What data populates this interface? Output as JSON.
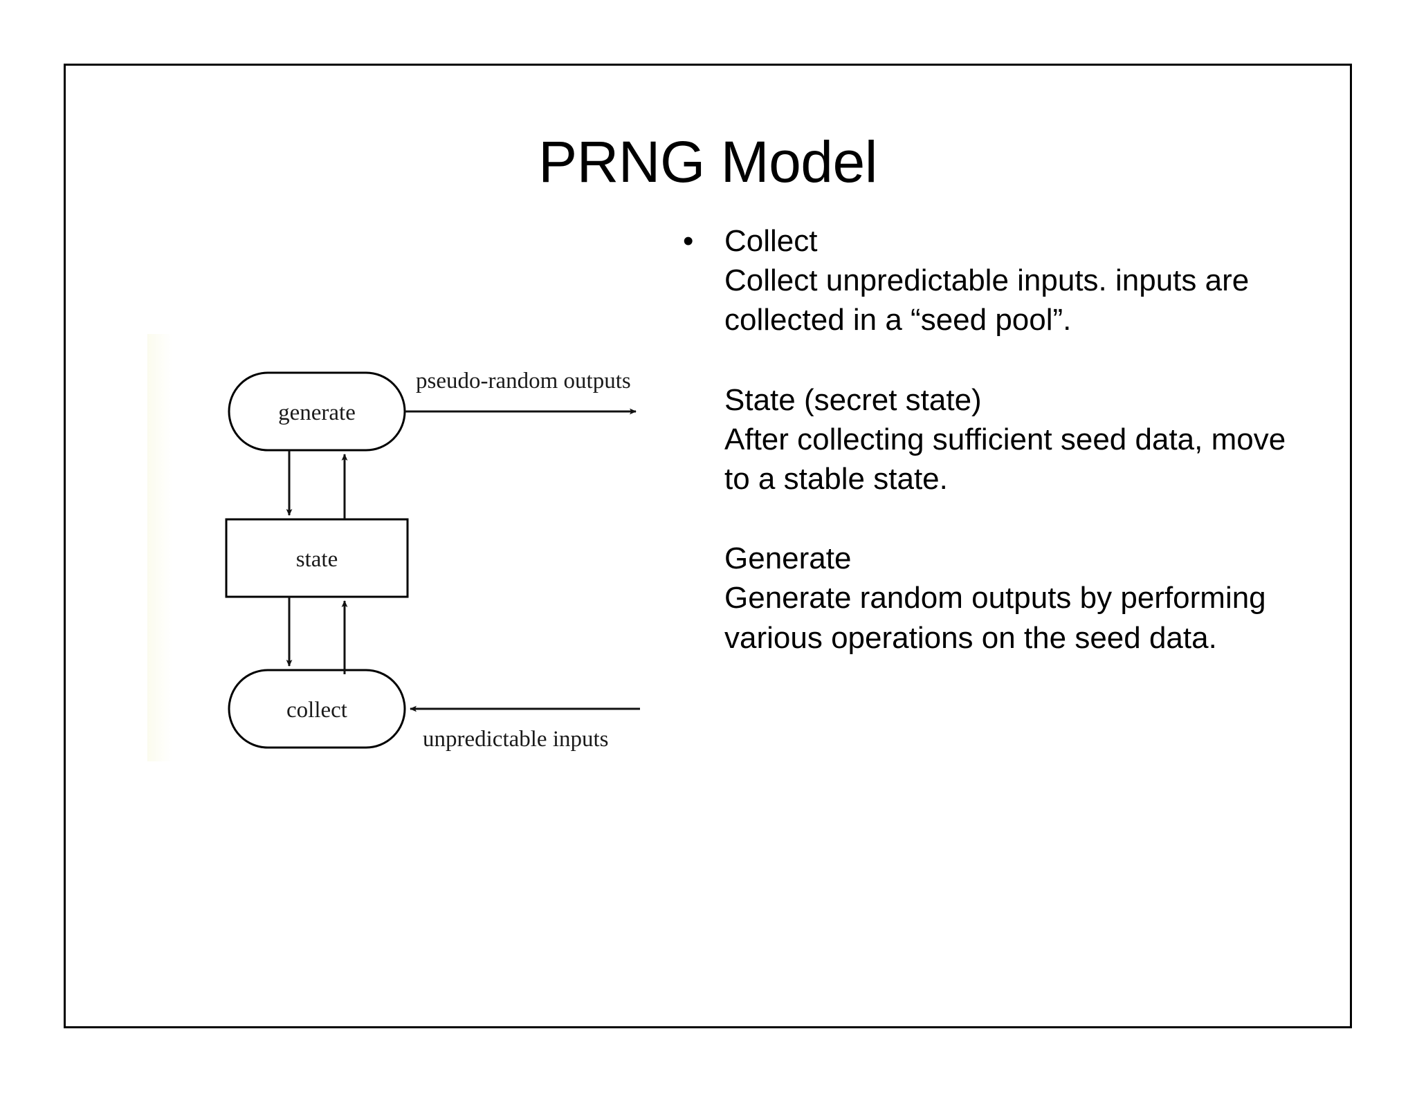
{
  "slide": {
    "title": "PRNG Model",
    "background_color": "#ffffff",
    "border_color": "#000000"
  },
  "diagram": {
    "type": "flow-diagram",
    "caption_tint_color": "#fbfbee",
    "nodes": [
      {
        "id": "generate",
        "label": "generate",
        "shape": "stadium"
      },
      {
        "id": "state",
        "label": "state",
        "shape": "rectangle"
      },
      {
        "id": "collect",
        "label": "collect",
        "shape": "stadium"
      }
    ],
    "edges": [
      {
        "from": "generate",
        "to": "state",
        "label": ""
      },
      {
        "from": "state",
        "to": "generate",
        "label": ""
      },
      {
        "from": "state",
        "to": "collect",
        "label": ""
      },
      {
        "from": "collect",
        "to": "state",
        "label": ""
      },
      {
        "from": "generate",
        "to": "outputs",
        "label": "pseudo-random outputs"
      },
      {
        "from": "inputs",
        "to": "collect",
        "label": "unpredictable inputs"
      }
    ],
    "labels": {
      "outputs": "pseudo-random outputs",
      "inputs": "unpredictable inputs",
      "generate": "generate",
      "state": "state",
      "collect": "collect"
    }
  },
  "content": {
    "bullet_marker": "•",
    "blocks": [
      {
        "heading": "Collect",
        "bulleted": true,
        "body": "Collect unpredictable inputs. inputs are collected in a “seed pool”."
      },
      {
        "heading": "State (secret state)",
        "bulleted": false,
        "body": "After collecting sufficient seed data, move to a stable state."
      },
      {
        "heading": "Generate",
        "bulleted": false,
        "body": "Generate random outputs by performing various operations on the seed data."
      }
    ]
  }
}
